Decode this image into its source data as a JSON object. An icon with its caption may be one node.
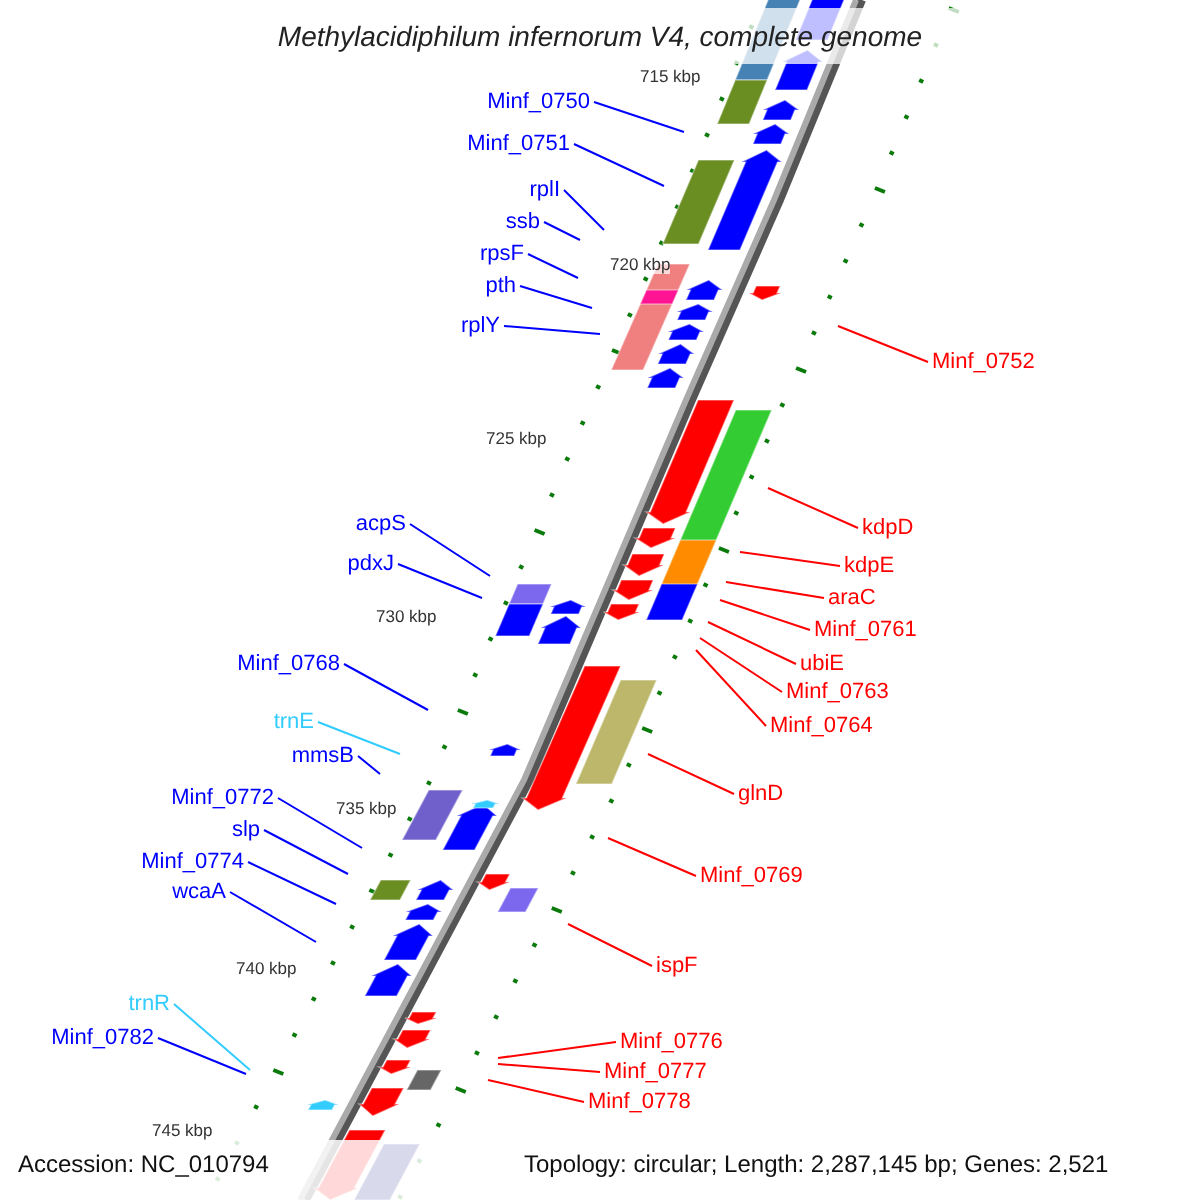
{
  "diagram": {
    "title": "Methylacidiphilum infernorum V4, complete genome",
    "nodes": [
      {
        "text": [
          "Minf_0750"
        ]
      },
      {
        "text": [
          "Minf_0751"
        ]
      },
      {
        "text": [
          "rplI"
        ]
      },
      {
        "text": [
          "ssb"
        ]
      },
      {
        "text": [
          "rpsF"
        ]
      },
      {
        "text": [
          "pth"
        ]
      },
      {
        "text": [
          "rplY"
        ]
      },
      {
        "text": [
          "acpS"
        ]
      },
      {
        "text": [
          "pdxJ"
        ]
      },
      {
        "text": [
          "Minf_0768"
        ]
      },
      {
        "text": [
          "trnE"
        ]
      },
      {
        "text": [
          "mmsB"
        ]
      },
      {
        "text": [
          "Minf_0772"
        ]
      },
      {
        "text": [
          "slp"
        ]
      },
      {
        "text": [
          "Minf_0774"
        ]
      },
      {
        "text": [
          "wcaA"
        ]
      },
      {
        "text": [
          "trnR"
        ]
      },
      {
        "text": [
          "Minf_0782"
        ]
      },
      {
        "text": [
          "Minf_0752"
        ]
      },
      {
        "text": [
          "kdpD"
        ]
      },
      {
        "text": [
          "kdpE"
        ]
      },
      {
        "text": [
          "araC"
        ]
      },
      {
        "text": [
          "Minf_0761"
        ]
      },
      {
        "text": [
          "ubiE"
        ]
      },
      {
        "text": [
          "Minf_0763"
        ]
      },
      {
        "text": [
          "Minf_0764"
        ]
      },
      {
        "text": [
          "glnD"
        ]
      },
      {
        "text": [
          "Minf_0769"
        ]
      },
      {
        "text": [
          "ispF"
        ]
      },
      {
        "text": [
          "Minf_0776"
        ]
      },
      {
        "text": [
          "Minf_0777"
        ]
      },
      {
        "text": [
          "Minf_0778"
        ]
      }
    ],
    "edges": [
      {
        "from": 0,
        "to": null,
        "arrow": "none",
        "color": "#0000ff"
      },
      {
        "from": 1,
        "to": null,
        "arrow": "none",
        "color": "#0000ff"
      },
      {
        "from": 2,
        "to": null,
        "arrow": "none",
        "color": "#0000ff"
      },
      {
        "from": 3,
        "to": null,
        "arrow": "none",
        "color": "#0000ff"
      },
      {
        "from": 4,
        "to": null,
        "arrow": "none",
        "color": "#0000ff"
      },
      {
        "from": 5,
        "to": null,
        "arrow": "none",
        "color": "#0000ff"
      },
      {
        "from": 6,
        "to": null,
        "arrow": "none",
        "color": "#0000ff"
      },
      {
        "from": 7,
        "to": null,
        "arrow": "none",
        "color": "#0000ff"
      },
      {
        "from": 8,
        "to": null,
        "arrow": "none",
        "color": "#0000ff"
      },
      {
        "from": 9,
        "to": null,
        "arrow": "none",
        "color": "#0000ff"
      },
      {
        "from": 10,
        "to": null,
        "arrow": "none",
        "color": "#33ccff"
      },
      {
        "from": 11,
        "to": null,
        "arrow": "none",
        "color": "#0000ff"
      },
      {
        "from": 12,
        "to": null,
        "arrow": "none",
        "color": "#0000ff"
      },
      {
        "from": 13,
        "to": null,
        "arrow": "none",
        "color": "#0000ff"
      },
      {
        "from": 14,
        "to": null,
        "arrow": "none",
        "color": "#0000ff"
      },
      {
        "from": 15,
        "to": null,
        "arrow": "none",
        "color": "#0000ff"
      },
      {
        "from": 16,
        "to": null,
        "arrow": "none",
        "color": "#33ccff"
      },
      {
        "from": 17,
        "to": null,
        "arrow": "none",
        "color": "#0000ff"
      },
      {
        "from": 18,
        "to": null,
        "arrow": "none",
        "color": "#ff0000"
      },
      {
        "from": 19,
        "to": null,
        "arrow": "none",
        "color": "#ff0000"
      },
      {
        "from": 20,
        "to": null,
        "arrow": "none",
        "color": "#ff0000"
      },
      {
        "from": 21,
        "to": null,
        "arrow": "none",
        "color": "#ff0000"
      },
      {
        "from": 22,
        "to": null,
        "arrow": "none",
        "color": "#ff0000"
      },
      {
        "from": 23,
        "to": null,
        "arrow": "none",
        "color": "#ff0000"
      },
      {
        "from": 24,
        "to": null,
        "arrow": "none",
        "color": "#ff0000"
      },
      {
        "from": 25,
        "to": null,
        "arrow": "none",
        "color": "#ff0000"
      },
      {
        "from": 26,
        "to": null,
        "arrow": "none",
        "color": "#ff0000"
      },
      {
        "from": 27,
        "to": null,
        "arrow": "none",
        "color": "#ff0000"
      },
      {
        "from": 28,
        "to": null,
        "arrow": "none",
        "color": "#ff0000"
      },
      {
        "from": 29,
        "to": null,
        "arrow": "none",
        "color": "#ff0000"
      },
      {
        "from": 30,
        "to": null,
        "arrow": "none",
        "color": "#ff0000"
      },
      {
        "from": 31,
        "to": null,
        "arrow": "none",
        "color": "#ff0000"
      }
    ],
    "labels": [
      "715 kbp",
      "720 kbp",
      "725 kbp",
      "730 kbp",
      "735 kbp",
      "740 kbp",
      "745 kbp",
      "Accession: NC_010794",
      "Topology: circular; Length: 2,287,145 bp; Genes: 2,521"
    ]
  }
}
